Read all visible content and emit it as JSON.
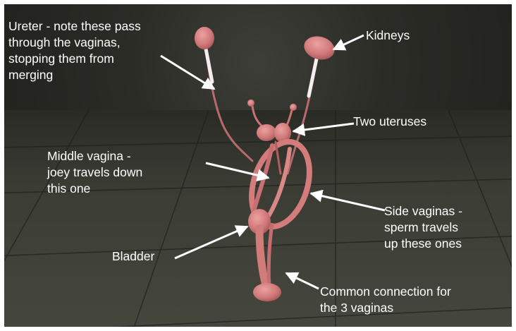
{
  "colors": {
    "background_top": "#1b1b18",
    "floor": "#3d3e36",
    "organ": "#d77f7e",
    "organ_dark": "#9e4a4c",
    "label_text": "#ffffff",
    "arrow": "#ffffff"
  },
  "labels": {
    "ureter": "Ureter - note these pass\nthrough the vaginas,\nstopping them from\nmerging",
    "kidneys": "Kidneys",
    "uteruses": "Two uteruses",
    "middle_vagina": "Middle vagina -\njoey travels down\nthis one",
    "side_vaginas": "Side vaginas -\nsperm travels\nup these ones",
    "bladder": "Bladder",
    "common_connection": "Common connection for\nthe 3 vaginas"
  }
}
